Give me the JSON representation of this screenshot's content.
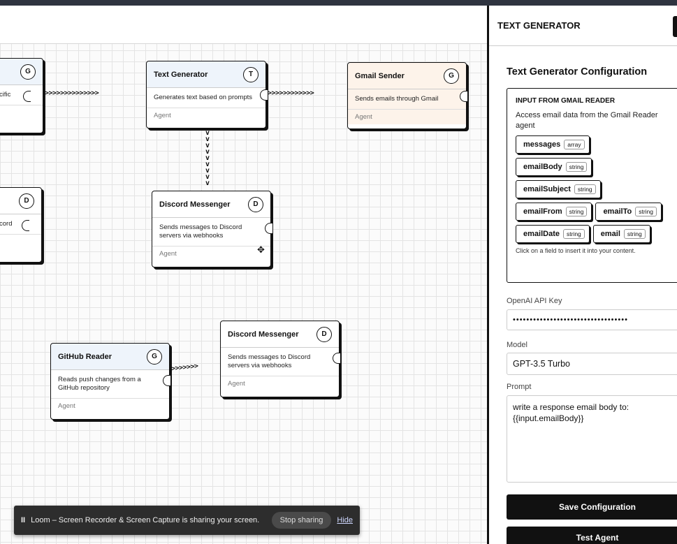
{
  "nodes": {
    "gmail_reader_partial": {
      "badge": "G",
      "desc": "cific"
    },
    "text_generator": {
      "title": "Text Generator",
      "badge": "T",
      "desc": "Generates text based on prompts",
      "footer": "Agent"
    },
    "gmail_sender": {
      "title": "Gmail Sender",
      "badge": "G",
      "desc": "Sends emails through Gmail",
      "footer": "Agent"
    },
    "discord_partial": {
      "badge": "D",
      "desc": "cord"
    },
    "discord_messenger_1": {
      "title": "Discord Messenger",
      "badge": "D",
      "desc": "Sends messages to Discord servers via webhooks",
      "footer": "Agent"
    },
    "github_reader": {
      "title": "GitHub Reader",
      "badge": "G",
      "desc": "Reads push changes from a GitHub repository",
      "footer": "Agent"
    },
    "discord_messenger_2": {
      "title": "Discord Messenger",
      "badge": "D",
      "desc": "Sends messages to Discord servers via webhooks",
      "footer": "Agent"
    }
  },
  "edges": {
    "e1": ">>>>>>>>>>>>>>",
    "e2": ">>>>>>>>>>>>",
    "e3": ">>>>>>>",
    "v": [
      "v",
      "v",
      "v",
      "v",
      "v",
      "v",
      "v",
      "v",
      "v"
    ]
  },
  "loom": {
    "pause": "II",
    "message": "Loom – Screen Recorder & Screen Capture is sharing your screen.",
    "stop_label": "Stop sharing",
    "hide_label": "Hide"
  },
  "panel": {
    "header": "TEXT GENERATOR",
    "config_title": "Text Generator Configuration",
    "input_box": {
      "title": "INPUT FROM GMAIL READER",
      "description": "Access email data from the Gmail Reader agent",
      "hint": "Click on a field to insert it into your content.",
      "fields": [
        {
          "name": "messages",
          "type": "array"
        },
        {
          "name": "emailBody",
          "type": "string"
        },
        {
          "name": "emailSubject",
          "type": "string"
        },
        {
          "name": "emailFrom",
          "type": "string"
        },
        {
          "name": "emailTo",
          "type": "string"
        },
        {
          "name": "emailDate",
          "type": "string"
        },
        {
          "name": "email",
          "type": "string"
        }
      ]
    },
    "api_key_label": "OpenAI API Key",
    "api_key_value": "••••••••••••••••••••••••••••••••••",
    "model_label": "Model",
    "model_value": "GPT-3.5 Turbo",
    "prompt_label": "Prompt",
    "prompt_value": "write a response email body to:\n{{input.emailBody}}",
    "save_label": "Save Configuration",
    "test_label": "Test Agent"
  }
}
